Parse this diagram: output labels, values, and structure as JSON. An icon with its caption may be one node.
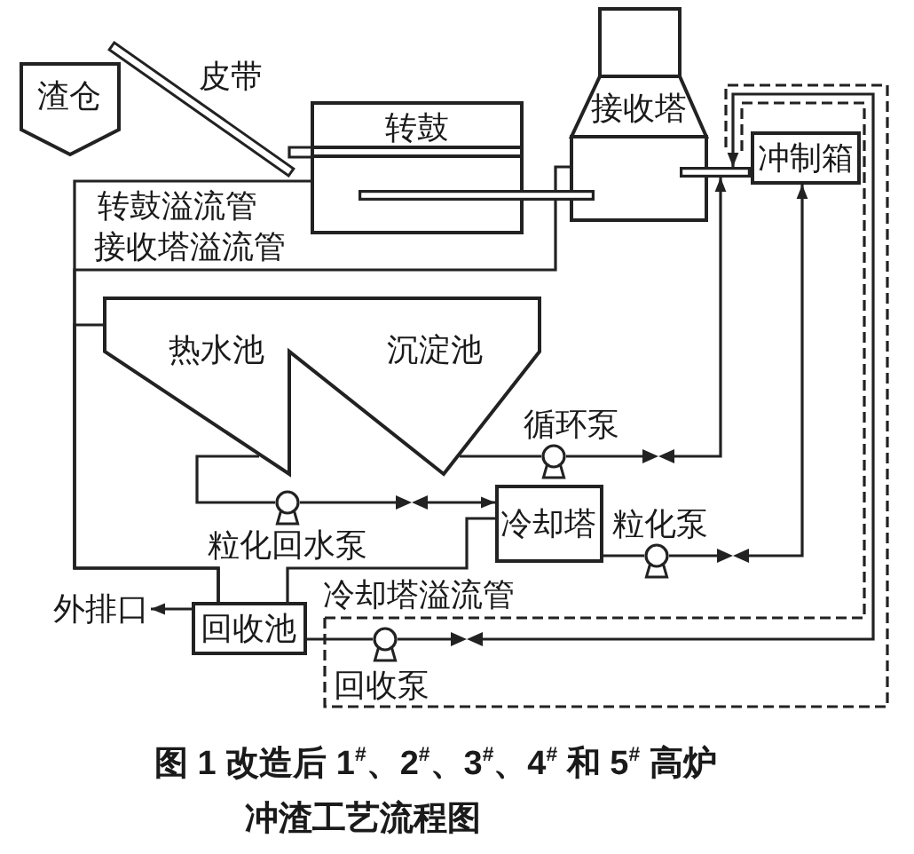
{
  "diagram": {
    "caption": "图 1 改造后 1$^{#}$、2$^{#}$、3$^{#}$、4$^{#}$ 和 5$^{#}$ 高炉冲渣工艺流程图",
    "nodes": [
      {
        "text": [
          "渣仓"
        ]
      },
      {
        "text": [],
        "shape": "bar",
        "beside": [
          "皮带"
        ]
      },
      {
        "text": [
          "转鼓"
        ]
      },
      {
        "text": [
          "接收塔"
        ]
      },
      {
        "text": [
          "冲制箱"
        ]
      },
      {
        "text": [],
        "shape": "bar"
      },
      {
        "text": [],
        "shape": "bar"
      },
      {
        "text": [
          "热水池",
          "沉淀池"
        ]
      },
      {
        "text": [],
        "shape": "circle",
        "beside": [
          "循环泵"
        ]
      },
      {
        "text": [],
        "shape": "valve"
      },
      {
        "text": [
          "冷却塔"
        ]
      },
      {
        "text": [],
        "shape": "circle",
        "beside": [
          "粒化回水泵"
        ]
      },
      {
        "text": [],
        "shape": "valve"
      },
      {
        "text": [],
        "shape": "circle",
        "beside": [
          "粒化泵"
        ]
      },
      {
        "text": [],
        "shape": "valve"
      },
      {
        "text": [
          "外排口"
        ]
      },
      {
        "text": [
          "回收池"
        ]
      },
      {
        "text": [],
        "shape": "circle",
        "beside": [
          "回收泵"
        ]
      },
      {
        "text": [],
        "shape": "valve"
      }
    ],
    "edges": [
      {
        "from": 2,
        "to": 16,
        "arrow": "none",
        "label": "转鼓溢流管"
      },
      {
        "from": 3,
        "to": 16,
        "arrow": "none",
        "label": "接收塔溢流管"
      },
      {
        "from": 7,
        "to": 16,
        "arrow": "none"
      },
      {
        "from": 7,
        "to": 8,
        "arrow": "none"
      },
      {
        "from": 8,
        "to": 9,
        "arrow": "none"
      },
      {
        "from": 9,
        "to": 6,
        "arrow": "to"
      },
      {
        "from": 7,
        "to": 11,
        "arrow": "none"
      },
      {
        "from": 11,
        "to": 12,
        "arrow": "none"
      },
      {
        "from": 12,
        "to": 10,
        "arrow": "to"
      },
      {
        "from": 10,
        "to": 13,
        "arrow": "none"
      },
      {
        "from": 13,
        "to": 14,
        "arrow": "none"
      },
      {
        "from": 14,
        "to": 4,
        "arrow": "to"
      },
      {
        "from": 10,
        "to": 16,
        "arrow": "none",
        "label": "冷却塔溢流管"
      },
      {
        "from": 16,
        "to": 15,
        "arrow": "to"
      },
      {
        "from": 16,
        "to": 17,
        "arrow": "none"
      },
      {
        "from": 17,
        "to": 18,
        "arrow": "none"
      },
      {
        "from": 18,
        "to": 6,
        "arrow": "to"
      }
    ]
  }
}
